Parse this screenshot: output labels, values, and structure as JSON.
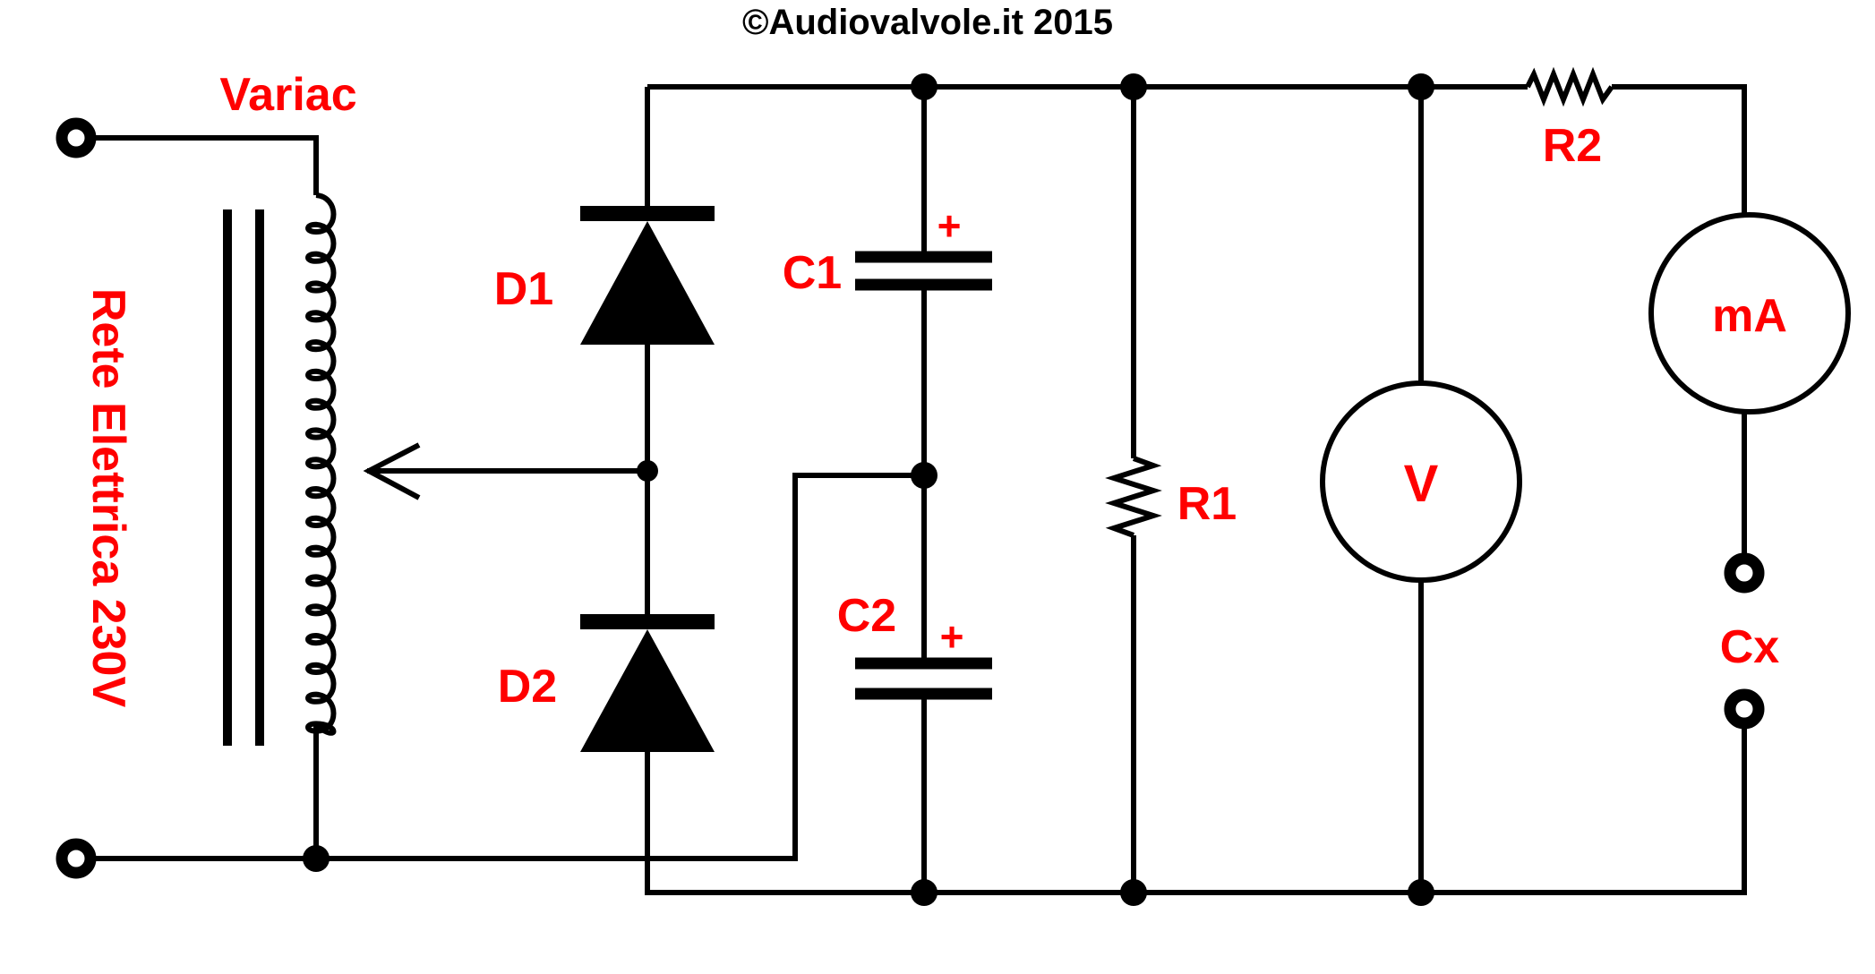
{
  "title": "©Audiovalvole.it 2015",
  "labels": {
    "variac": "Variac",
    "mains": "Rete Elettrica 230V",
    "d1": "D1",
    "d2": "D2",
    "c1": "C1",
    "c2": "C2",
    "c1_polarity": "+",
    "c2_polarity": "+",
    "r1": "R1",
    "r2": "R2",
    "voltmeter": "V",
    "milliammeter": "mA",
    "cx": "Cx"
  },
  "colors": {
    "label": "#ff0000",
    "line": "#000000",
    "background": "#ffffff"
  }
}
